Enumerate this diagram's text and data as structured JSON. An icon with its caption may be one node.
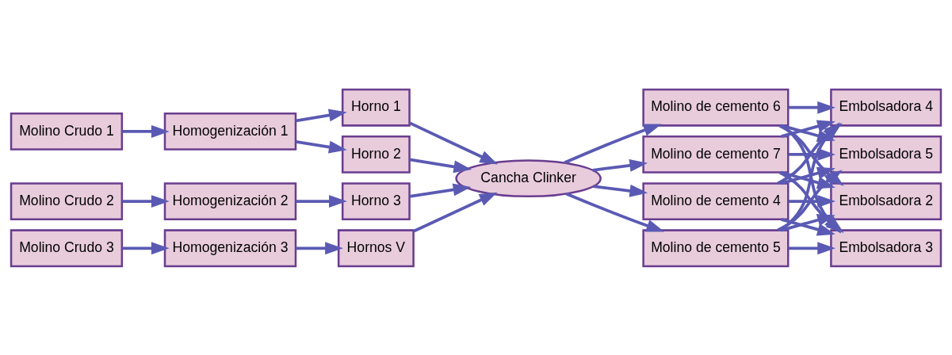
{
  "diagram": {
    "nodes": [
      {
        "text": [
          "Molino Crudo 1"
        ]
      },
      {
        "text": [
          "Molino Crudo 2"
        ]
      },
      {
        "text": [
          "Molino Crudo 3"
        ]
      },
      {
        "text": [
          "Homogenización 1"
        ]
      },
      {
        "text": [
          "Homogenización 2"
        ]
      },
      {
        "text": [
          "Homogenización 3"
        ]
      },
      {
        "text": [
          "Horno 1"
        ]
      },
      {
        "text": [
          "Horno 2"
        ]
      },
      {
        "text": [
          "Horno 3"
        ]
      },
      {
        "text": [
          "Hornos V"
        ]
      },
      {
        "text": [
          "Cancha Clinker"
        ]
      },
      {
        "text": [
          "Molino de cemento 4"
        ]
      },
      {
        "text": [
          "Molino de cemento 5"
        ]
      },
      {
        "text": [
          "Molino de cemento 6"
        ]
      },
      {
        "text": [
          "Molino de cemento 7"
        ]
      },
      {
        "text": [
          "Embolsadora 2"
        ]
      },
      {
        "text": [
          "Embolsadora 3"
        ]
      },
      {
        "text": [
          "Embolsadora 4"
        ]
      },
      {
        "text": [
          "Embolsadora 5"
        ]
      }
    ],
    "edges": [
      {
        "from": 0,
        "to": 3,
        "arrow": "to"
      },
      {
        "from": 1,
        "to": 4,
        "arrow": "to"
      },
      {
        "from": 2,
        "to": 5,
        "arrow": "to"
      },
      {
        "from": 3,
        "to": 6,
        "arrow": "to"
      },
      {
        "from": 3,
        "to": 7,
        "arrow": "to"
      },
      {
        "from": 4,
        "to": 8,
        "arrow": "to"
      },
      {
        "from": 5,
        "to": 9,
        "arrow": "to"
      },
      {
        "from": 6,
        "to": 10,
        "arrow": "to"
      },
      {
        "from": 7,
        "to": 10,
        "arrow": "to"
      },
      {
        "from": 8,
        "to": 10,
        "arrow": "to"
      },
      {
        "from": 9,
        "to": 10,
        "arrow": "to"
      },
      {
        "from": 10,
        "to": 11,
        "arrow": "to"
      },
      {
        "from": 10,
        "to": 12,
        "arrow": "to"
      },
      {
        "from": 10,
        "to": 13,
        "arrow": "to"
      },
      {
        "from": 10,
        "to": 14,
        "arrow": "to"
      },
      {
        "from": 11,
        "to": 15,
        "arrow": "to"
      },
      {
        "from": 11,
        "to": 16,
        "arrow": "to"
      },
      {
        "from": 11,
        "to": 17,
        "arrow": "to"
      },
      {
        "from": 11,
        "to": 18,
        "arrow": "to"
      },
      {
        "from": 12,
        "to": 15,
        "arrow": "to"
      },
      {
        "from": 12,
        "to": 16,
        "arrow": "to"
      },
      {
        "from": 12,
        "to": 17,
        "arrow": "to"
      },
      {
        "from": 12,
        "to": 18,
        "arrow": "to"
      },
      {
        "from": 13,
        "to": 15,
        "arrow": "to"
      },
      {
        "from": 13,
        "to": 16,
        "arrow": "to"
      },
      {
        "from": 13,
        "to": 17,
        "arrow": "to"
      },
      {
        "from": 13,
        "to": 18,
        "arrow": "to"
      },
      {
        "from": 14,
        "to": 15,
        "arrow": "to"
      },
      {
        "from": 14,
        "to": 16,
        "arrow": "to"
      },
      {
        "from": 14,
        "to": 17,
        "arrow": "to"
      },
      {
        "from": 14,
        "to": 18,
        "arrow": "to"
      }
    ]
  }
}
